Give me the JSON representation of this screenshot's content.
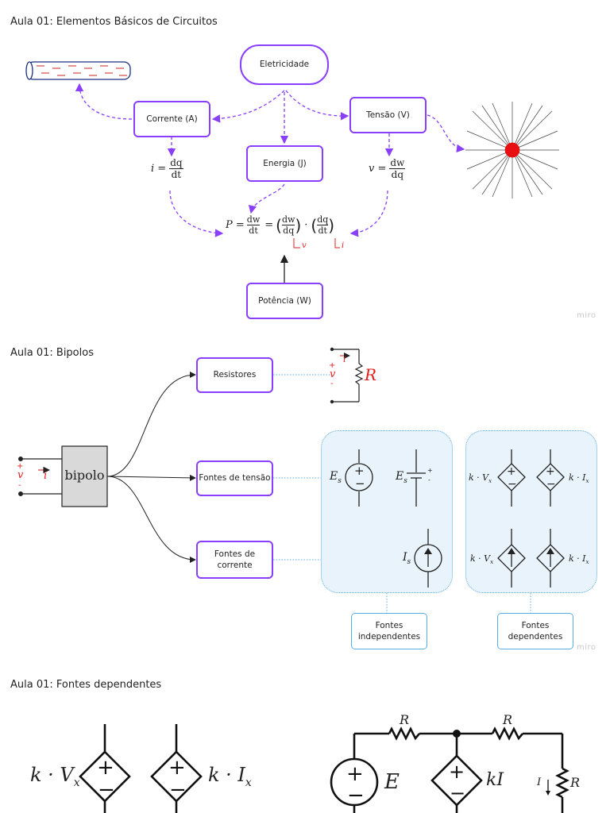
{
  "section1": {
    "title": "Aula 01: Elementos Básicos de Circuitos",
    "nodes": {
      "eletricidade": "Eletricidade",
      "corrente": "Corrente (A)",
      "tensao": "Tensão (V)",
      "energia": "Energia (J)",
      "potencia": "Potência (W)"
    },
    "formulas": {
      "i_lhs": "i =",
      "i_num": "dq",
      "i_den": "dt",
      "v_lhs": "v =",
      "v_num": "dw",
      "v_den": "dq",
      "p_lhs": "P =",
      "p_num": "dw",
      "p_den": "dt",
      "p_eq": "=",
      "p_a_num": "dw",
      "p_a_den": "dq",
      "p_dot": "·",
      "p_b_num": "dq",
      "p_b_den": "dt",
      "p_v_label": "v",
      "p_i_label": "i"
    },
    "watermark": "miro"
  },
  "section2": {
    "title": "Aula 01: Bipolos",
    "bipolo": "bipolo",
    "bipolo_v": "v",
    "bipolo_i": "i",
    "bipolo_plus": "+",
    "bipolo_minus": "-",
    "nodes": {
      "resistores": "Resistores",
      "fontes_tensao": "Fontes de tensão",
      "fontes_corrente_1": "Fontes de",
      "fontes_corrente_2": "corrente",
      "independentes_1": "Fontes",
      "independentes_2": "independentes",
      "dependentes_1": "Fontes",
      "dependentes_2": "dependentes"
    },
    "resistor": {
      "R": "R",
      "v": "v",
      "i": "i",
      "plus": "+",
      "minus": "-"
    },
    "independent": {
      "Es1": "E",
      "Es1_sub": "s",
      "Es2": "E",
      "Es2_sub": "s",
      "Is": "I",
      "Is_sub": "s",
      "plus": "+",
      "minus": "-"
    },
    "dependent": {
      "kVx": "k · V",
      "kVx_sub": "x",
      "kIx": "k · I",
      "kIx_sub": "x"
    },
    "watermark": "miro"
  },
  "section3": {
    "title": "Aula 01: Fontes dependentes",
    "left": {
      "kVx": "k · V",
      "kVx_sub": "x",
      "kIx": "k · I",
      "kIx_sub": "x"
    },
    "circuit": {
      "R1": "R",
      "R2": "R",
      "R3": "R",
      "E": "E",
      "kI": "kI",
      "I": "I"
    }
  },
  "colors": {
    "accent": "#8a3ffc",
    "blue": "#5aaee6",
    "panel": "#e8f3fb",
    "red": "#e02020",
    "bipolo_fill": "#d9d9d9"
  }
}
